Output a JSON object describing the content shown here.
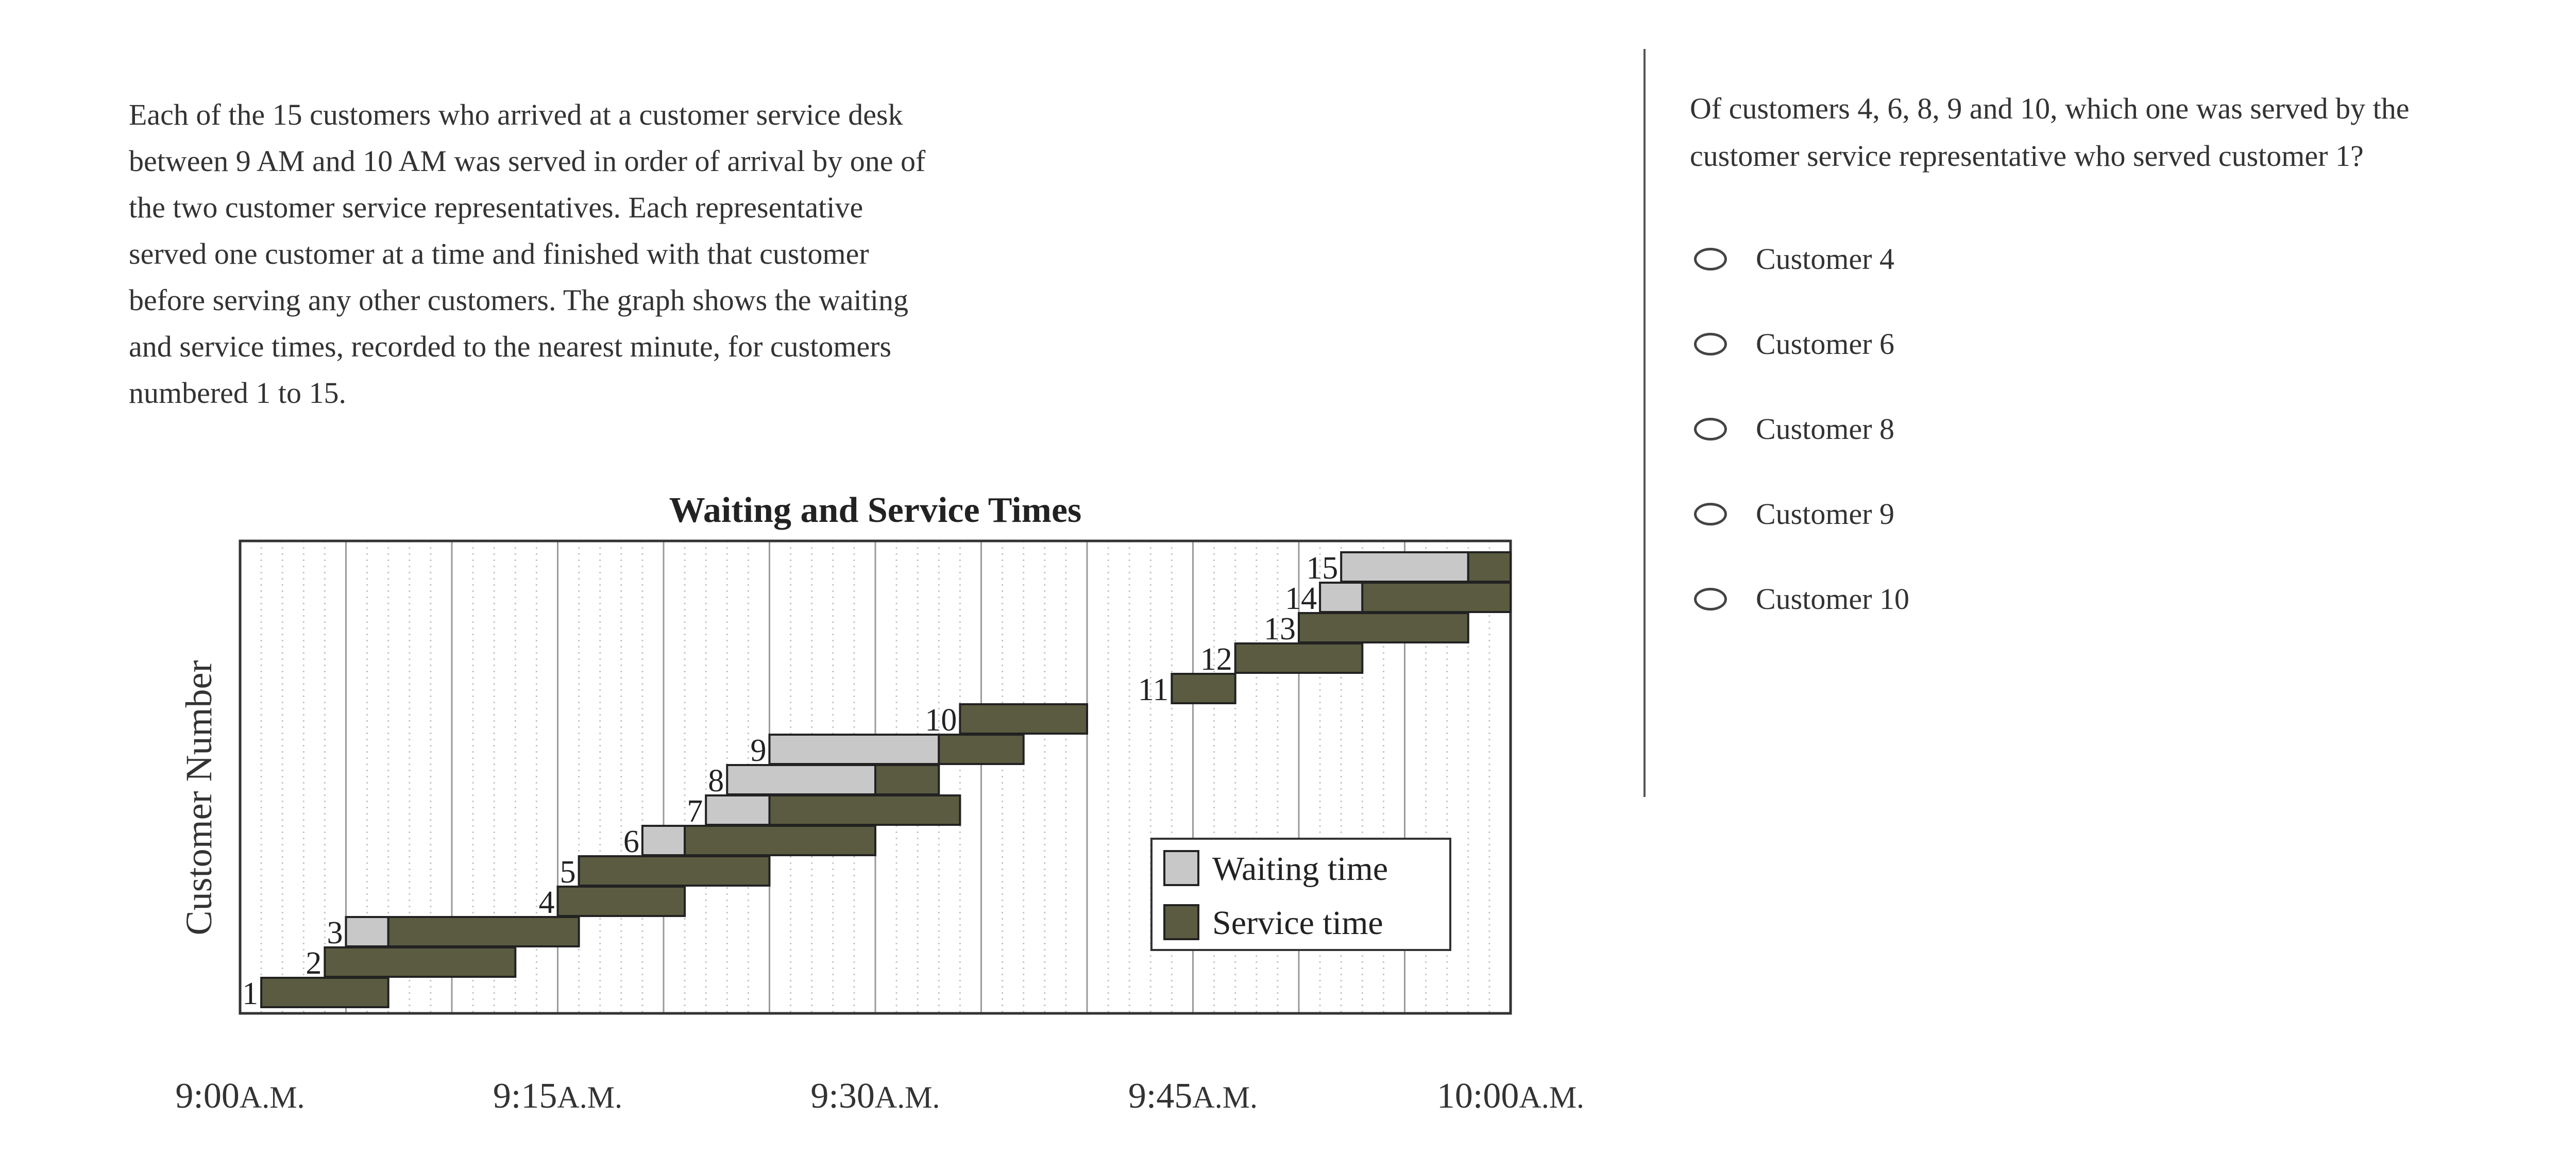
{
  "stimulus": {
    "lines": [
      "Each of the 15 customers who arrived at a customer service desk",
      "between 9 AM and 10 AM was served in order of arrival by one of",
      "the two customer service representatives. Each representative",
      "served one customer at a time and finished with that customer",
      "before serving any other customers. The graph shows the waiting",
      "and service times, recorded to the nearest minute, for customers",
      "numbered 1 to 15."
    ]
  },
  "question": {
    "lines": [
      "Of customers 4, 6, 8, 9 and 10, which one was served by the",
      "customer service representative who served customer 1?"
    ]
  },
  "options": [
    {
      "label": "Customer 4"
    },
    {
      "label": "Customer 6"
    },
    {
      "label": "Customer 8"
    },
    {
      "label": "Customer 9"
    },
    {
      "label": "Customer 10"
    }
  ],
  "colors": {
    "waiting": "#c8c8c8",
    "service": "#5b5b41",
    "bar_stroke": "#222222",
    "grid_major": "#9a9a9a",
    "grid_minor": "#c4c4c4"
  },
  "chart_data": {
    "type": "gantt",
    "title": "Waiting and Service Times",
    "ylabel": "Customer Number",
    "xlabel": "",
    "x_unit": "minutes after 9:00 A.M.",
    "xlim": [
      0,
      60
    ],
    "x_ticks": [
      {
        "value": 0,
        "time": "9:00",
        "suffix": "A.M."
      },
      {
        "value": 15,
        "time": "9:15",
        "suffix": "A.M."
      },
      {
        "value": 30,
        "time": "9:30",
        "suffix": "A.M."
      },
      {
        "value": 45,
        "time": "9:45",
        "suffix": "A.M."
      },
      {
        "value": 60,
        "time": "10:00",
        "suffix": "A.M."
      }
    ],
    "grid": {
      "major_every": 5,
      "minor_every": 1
    },
    "legend": {
      "position": "bottom-right",
      "items": [
        {
          "key": "waiting",
          "label": "Waiting time"
        },
        {
          "key": "service",
          "label": "Service time"
        }
      ]
    },
    "customers": [
      {
        "id": 1,
        "arrive": 1,
        "service_start": 1,
        "service_end": 7
      },
      {
        "id": 2,
        "arrive": 4,
        "service_start": 4,
        "service_end": 13
      },
      {
        "id": 3,
        "arrive": 5,
        "service_start": 7,
        "service_end": 16
      },
      {
        "id": 4,
        "arrive": 15,
        "service_start": 15,
        "service_end": 21
      },
      {
        "id": 5,
        "arrive": 16,
        "service_start": 16,
        "service_end": 25
      },
      {
        "id": 6,
        "arrive": 19,
        "service_start": 21,
        "service_end": 30
      },
      {
        "id": 7,
        "arrive": 22,
        "service_start": 25,
        "service_end": 34
      },
      {
        "id": 8,
        "arrive": 23,
        "service_start": 30,
        "service_end": 33
      },
      {
        "id": 9,
        "arrive": 25,
        "service_start": 33,
        "service_end": 37
      },
      {
        "id": 10,
        "arrive": 34,
        "service_start": 34,
        "service_end": 40
      },
      {
        "id": 11,
        "arrive": 44,
        "service_start": 44,
        "service_end": 47
      },
      {
        "id": 12,
        "arrive": 47,
        "service_start": 47,
        "service_end": 53
      },
      {
        "id": 13,
        "arrive": 50,
        "service_start": 50,
        "service_end": 58
      },
      {
        "id": 14,
        "arrive": 51,
        "service_start": 53,
        "service_end": 60
      },
      {
        "id": 15,
        "arrive": 52,
        "service_start": 58,
        "service_end": 60
      }
    ]
  }
}
